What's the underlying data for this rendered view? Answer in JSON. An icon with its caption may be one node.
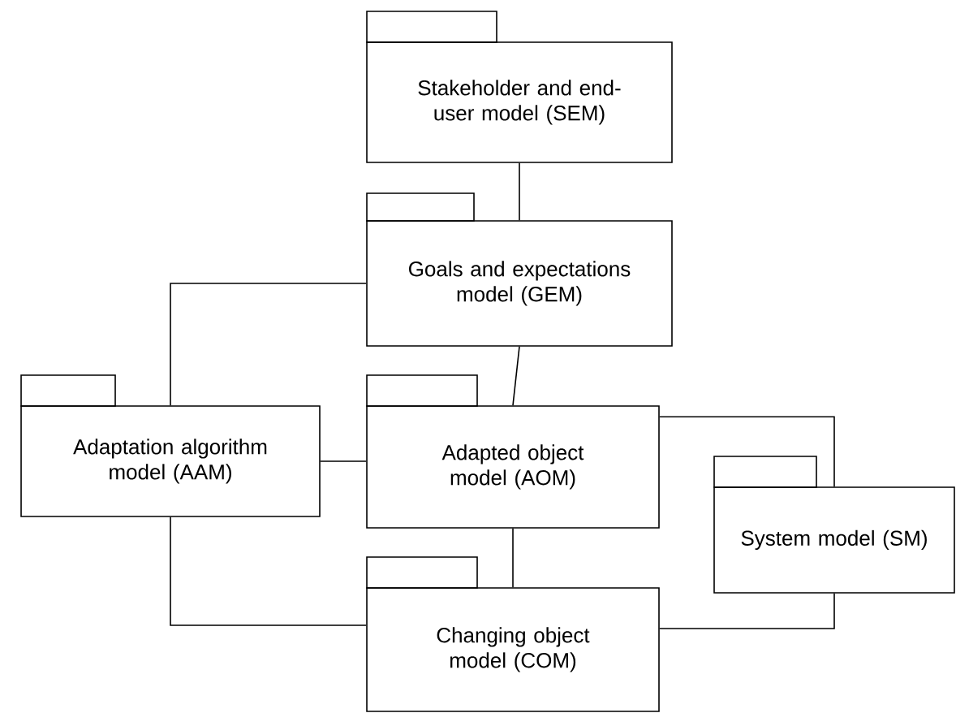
{
  "diagram": {
    "nodes": [
      {
        "text": [
          "Stakeholder and end-user model (SEM)"
        ]
      },
      {
        "text": [
          "Goals and expectations model (GEM)"
        ]
      },
      {
        "text": [
          "Adaptation algorithm model (AAM)"
        ]
      },
      {
        "text": [
          "Adapted object model (AOM)"
        ]
      },
      {
        "text": [
          "System model (SM)"
        ]
      },
      {
        "text": [
          "Changing object model (COM)"
        ]
      }
    ],
    "edges": [
      {
        "from": 0,
        "to": 1,
        "arrow": "none"
      },
      {
        "from": 1,
        "to": 2,
        "arrow": "none"
      },
      {
        "from": 1,
        "to": 3,
        "arrow": "none"
      },
      {
        "from": 2,
        "to": 3,
        "arrow": "none"
      },
      {
        "from": 3,
        "to": 4,
        "arrow": "none"
      },
      {
        "from": 3,
        "to": 5,
        "arrow": "none"
      },
      {
        "from": 2,
        "to": 5,
        "arrow": "none"
      },
      {
        "from": 4,
        "to": 5,
        "arrow": "none"
      }
    ]
  }
}
